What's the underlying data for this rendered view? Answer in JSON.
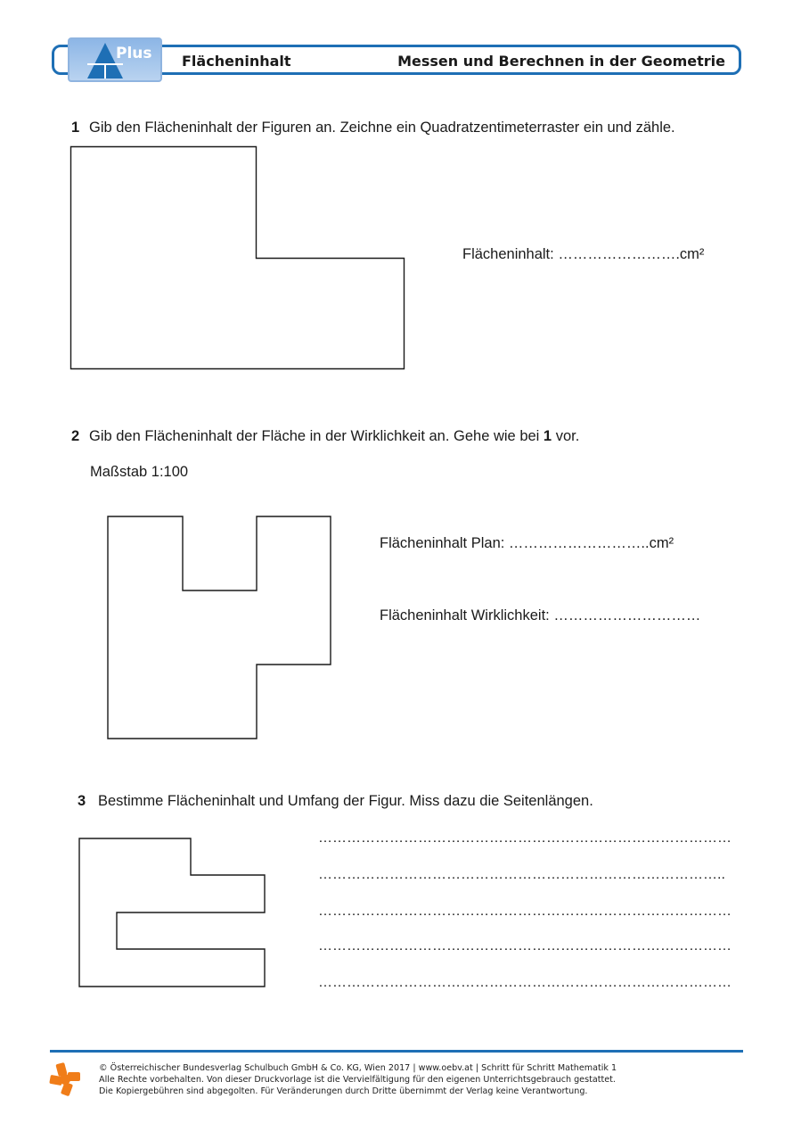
{
  "header": {
    "logo_text": "Plus",
    "topic": "Flächeninhalt",
    "chapter": "Messen und Berechnen in der Geometrie"
  },
  "task1": {
    "number": "1",
    "instruction": "Gib den Flächeninhalt der Figuren an. Zeichne ein Quadratzentimeterraster ein und zähle.",
    "answer_label": "Flächeninhalt: …………………….cm²"
  },
  "task2": {
    "number": "2",
    "instruction_a": "Gib den Flächeninhalt der Fläche in der Wirklichkeit an. Gehe wie bei ",
    "instruction_ref": "1",
    "instruction_b": " vor.",
    "scale": "Maßstab 1:100",
    "plan_label": "Flächeninhalt Plan: ………………………..cm²",
    "real_label": "Flächeninhalt Wirklichkeit: …………………………"
  },
  "task3": {
    "number": "3",
    "instruction": "Bestimme Flächeninhalt und Umfang der Figur. Miss dazu die Seitenlängen.",
    "answer_lines": [
      "……………………………………………………………………………",
      "…………………………………………………………………………..",
      "……………………………………………………………………………",
      "……………………………………………………………………………",
      "……………………………………………………………………………"
    ]
  },
  "footer": {
    "line1": "© Österreichischer Bundesverlag Schulbuch GmbH & Co. KG, Wien 2017 | www.oebv.at | Schritt für Schritt Mathematik 1",
    "line2": "Alle Rechte vorbehalten. Von dieser Druckvorlage ist die Vervielfältigung für den eigenen Unterrichtsgebrauch gestattet.",
    "line3": "Die Kopiergebühren sind abgegolten. Für Veränderungen durch Dritte übernimmt der Verlag keine Verantwortung."
  },
  "colors": {
    "brand_blue": "#1e6fb5",
    "footer_orange": "#f07d19"
  }
}
